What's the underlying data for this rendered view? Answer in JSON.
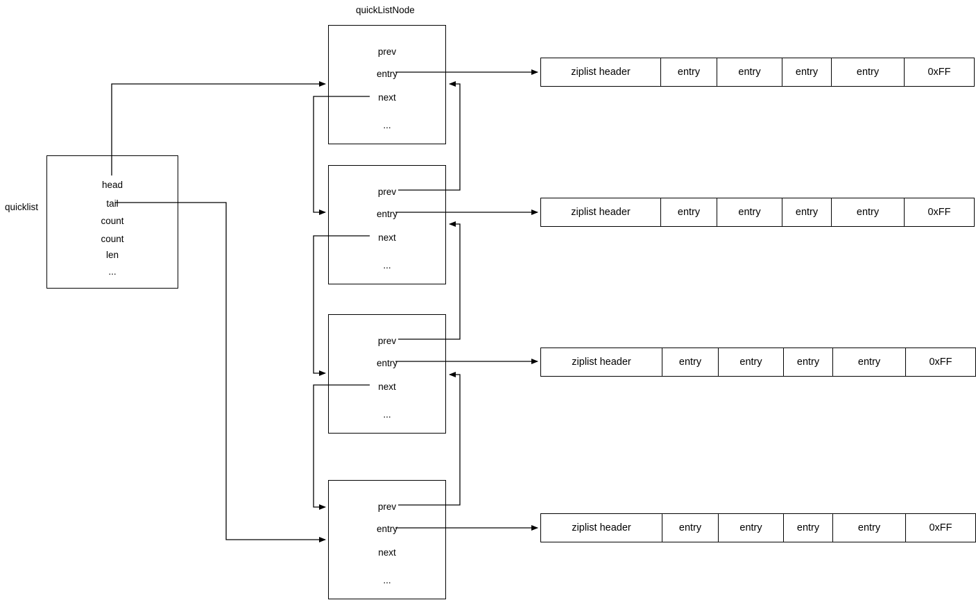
{
  "diagram": {
    "title_label": "quickListNode",
    "quicklist": {
      "label": "quicklist",
      "fields": [
        "head",
        "tail",
        "count",
        "count",
        "len",
        "..."
      ]
    },
    "node_fields": [
      "prev",
      "entry",
      "next",
      "..."
    ],
    "nodes": [
      {
        "fields": [
          "prev",
          "entry",
          "next",
          "..."
        ]
      },
      {
        "fields": [
          "prev",
          "entry",
          "next",
          "..."
        ]
      },
      {
        "fields": [
          "prev",
          "entry",
          "next",
          "..."
        ]
      },
      {
        "fields": [
          "prev",
          "entry",
          "next",
          "..."
        ]
      }
    ],
    "ziplists": [
      {
        "cells": [
          "ziplist header",
          "entry",
          "entry",
          "entry",
          "entry",
          "0xFF"
        ]
      },
      {
        "cells": [
          "ziplist header",
          "entry",
          "entry",
          "entry",
          "entry",
          "0xFF"
        ]
      },
      {
        "cells": [
          "ziplist header",
          "entry",
          "entry",
          "entry",
          "entry",
          "0xFF"
        ]
      },
      {
        "cells": [
          "ziplist header",
          "entry",
          "entry",
          "entry",
          "entry",
          "0xFF"
        ]
      }
    ],
    "colors": {
      "stroke": "#000000",
      "background": "#ffffff",
      "text": "#000000"
    }
  }
}
